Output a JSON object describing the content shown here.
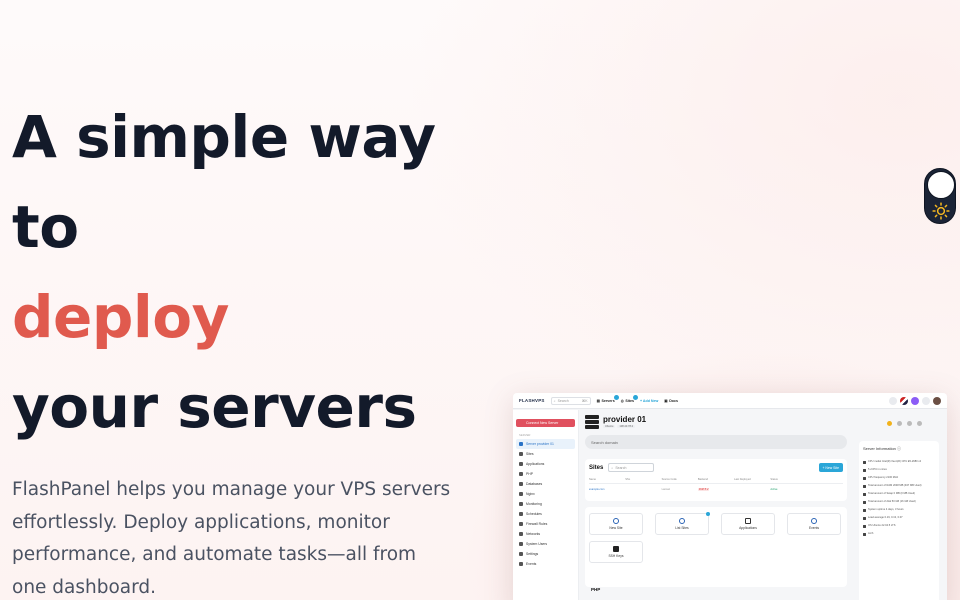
{
  "hero": {
    "line1": "A simple way",
    "line2": "to",
    "line3": "deploy",
    "line4": "your servers",
    "description": "FlashPanel helps you manage your VPS servers effortlessly. Deploy applications, monitor performance, and automate tasks—all from one dashboard."
  },
  "colors": {
    "accent": "#e05a4e",
    "heading": "#131a2a",
    "body_text": "#4a5262",
    "toggle_bg": "#1b2436",
    "app_blue": "#2aa6d8",
    "connect_red": "#e0505e"
  },
  "theme_toggle": {
    "icons": [
      "moon-knob",
      "sun-icon"
    ]
  },
  "app_preview": {
    "logo": "FLASHVPS",
    "topbar": {
      "search_placeholder": "Search",
      "search_shortcut": "⌘K",
      "nav": [
        "Servers",
        "Sites",
        "+ Add New",
        "Docs"
      ]
    },
    "sidebar": {
      "connect_button": "Connect New Server",
      "section_label": "SERVER",
      "items": [
        "Server provider 01",
        "Sites",
        "Applications",
        "PHP",
        "Databases",
        "Nginx",
        "Monitoring",
        "Schedules",
        "Firewall Rules",
        "Networks",
        "System Users",
        "Settings",
        "Events"
      ]
    },
    "content": {
      "provider_title": "provider 01",
      "tags": [
        "Ubuntu",
        "138.43.78.2"
      ],
      "search_domain_placeholder": "Search domain",
      "sites_title": "Sites",
      "sites_search_placeholder": "Search",
      "new_site_button": "+ New Site",
      "table_headers": [
        "Name",
        "SSL",
        "Source Code",
        "Backend",
        "Last Deployed",
        "Status",
        ""
      ],
      "table_row": [
        "example.com",
        "",
        "Laravel",
        "PHP 8.2",
        "",
        "Active",
        ""
      ],
      "app_tiles": [
        "New Site",
        "List Sites",
        "Applications",
        "Events",
        "SSH Keys"
      ],
      "php_label": "PHP"
    },
    "server_info": {
      "title": "Server Information ⓘ",
      "rows": [
        "CPU model Intel(R) Xeon(R) CPU E5-2680 v4",
        "5 vCPU in cores",
        "CPU frequency 2100 MHz",
        "Total amount of RAM 2048 MB (947 MB Used)",
        "Total amount of Swap 0 MB (0 MB Used)",
        "Total amount of disk 50 GB (16 GB Used)",
        "System uptime 4 days, 3 hours",
        "Load average 0.19, 0.13, 0.07",
        "OS Ubuntu 22.04.5 LTS",
        "Arch"
      ]
    }
  }
}
